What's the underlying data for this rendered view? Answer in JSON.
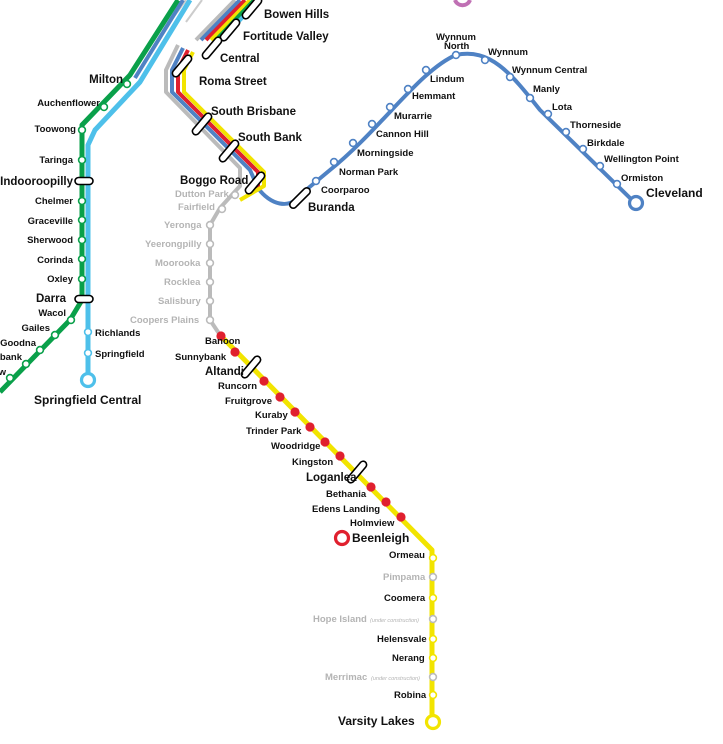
{
  "colors": {
    "yellow": "#f2e400",
    "red": "#e0202e",
    "blue": "#4f82c4",
    "green": "#0aa04a",
    "cyan": "#4ec0ea",
    "grey": "#bbbbbb",
    "purple": "#c070b4"
  },
  "stations": [
    {
      "id": "bowen-hills",
      "label": "Bowen Hills",
      "kind": "interchange"
    },
    {
      "id": "fortitude-valley",
      "label": "Fortitude Valley",
      "kind": "interchange"
    },
    {
      "id": "central",
      "label": "Central",
      "kind": "interchange"
    },
    {
      "id": "roma-street",
      "label": "Roma Street",
      "kind": "interchange"
    },
    {
      "id": "milton",
      "label": "Milton",
      "kind": "stop"
    },
    {
      "id": "auchenflower",
      "label": "Auchenflower",
      "kind": "stop"
    },
    {
      "id": "toowong",
      "label": "Toowong",
      "kind": "stop"
    },
    {
      "id": "taringa",
      "label": "Taringa",
      "kind": "stop"
    },
    {
      "id": "indooroopilly",
      "label": "Indooroopilly",
      "kind": "interchange"
    },
    {
      "id": "chelmer",
      "label": "Chelmer",
      "kind": "stop"
    },
    {
      "id": "graceville",
      "label": "Graceville",
      "kind": "stop"
    },
    {
      "id": "sherwood",
      "label": "Sherwood",
      "kind": "stop"
    },
    {
      "id": "corinda",
      "label": "Corinda",
      "kind": "stop"
    },
    {
      "id": "oxley",
      "label": "Oxley",
      "kind": "stop"
    },
    {
      "id": "darra",
      "label": "Darra",
      "kind": "interchange"
    },
    {
      "id": "wacol",
      "label": "Wacol",
      "kind": "stop"
    },
    {
      "id": "gailes",
      "label": "Gailes",
      "kind": "stop"
    },
    {
      "id": "goodna",
      "label": "Goodna",
      "kind": "stop"
    },
    {
      "id": "bank",
      "label": "bank",
      "kind": "stop"
    },
    {
      "id": "w",
      "label": "w",
      "kind": "stop"
    },
    {
      "id": "richlands",
      "label": "Richlands",
      "kind": "stop"
    },
    {
      "id": "springfield",
      "label": "Springfield",
      "kind": "stop"
    },
    {
      "id": "springfield-central",
      "label": "Springfield Central",
      "kind": "terminus"
    },
    {
      "id": "south-brisbane",
      "label": "South Brisbane",
      "kind": "interchange"
    },
    {
      "id": "south-bank",
      "label": "South Bank",
      "kind": "interchange"
    },
    {
      "id": "boggo-road",
      "label": "Boggo Road",
      "kind": "interchange"
    },
    {
      "id": "dutton-park",
      "label": "Dutton Park",
      "kind": "grey"
    },
    {
      "id": "fairfield",
      "label": "Fairfield",
      "kind": "grey"
    },
    {
      "id": "yeronga",
      "label": "Yeronga",
      "kind": "grey"
    },
    {
      "id": "yeerongpilly",
      "label": "Yeerongpilly",
      "kind": "grey"
    },
    {
      "id": "moorooka",
      "label": "Moorooka",
      "kind": "grey"
    },
    {
      "id": "rocklea",
      "label": "Rocklea",
      "kind": "grey"
    },
    {
      "id": "salisbury",
      "label": "Salisbury",
      "kind": "grey"
    },
    {
      "id": "coopers-plains",
      "label": "Coopers Plains",
      "kind": "grey"
    },
    {
      "id": "banoon",
      "label": "Banoon",
      "kind": "red-stop"
    },
    {
      "id": "sunnybank",
      "label": "Sunnybank",
      "kind": "red-stop"
    },
    {
      "id": "altandi",
      "label": "Altandi",
      "kind": "interchange"
    },
    {
      "id": "runcorn",
      "label": "Runcorn",
      "kind": "red-stop"
    },
    {
      "id": "fruitgrove",
      "label": "Fruitgrove",
      "kind": "red-stop"
    },
    {
      "id": "kuraby",
      "label": "Kuraby",
      "kind": "red-stop"
    },
    {
      "id": "trinder-park",
      "label": "Trinder Park",
      "kind": "red-stop"
    },
    {
      "id": "woodridge",
      "label": "Woodridge",
      "kind": "red-stop"
    },
    {
      "id": "kingston",
      "label": "Kingston",
      "kind": "red-stop"
    },
    {
      "id": "loganlea",
      "label": "Loganlea",
      "kind": "interchange"
    },
    {
      "id": "bethania",
      "label": "Bethania",
      "kind": "red-stop"
    },
    {
      "id": "edens-landing",
      "label": "Edens Landing",
      "kind": "red-stop"
    },
    {
      "id": "holmview",
      "label": "Holmview",
      "kind": "red-stop"
    },
    {
      "id": "beenleigh",
      "label": "Beenleigh",
      "kind": "terminus"
    },
    {
      "id": "ormeau",
      "label": "Ormeau",
      "kind": "stop"
    },
    {
      "id": "pimpama",
      "label": "Pimpama",
      "kind": "grey"
    },
    {
      "id": "coomera",
      "label": "Coomera",
      "kind": "stop"
    },
    {
      "id": "hope-island",
      "label": "Hope Island",
      "kind": "grey",
      "note": "(under construction)"
    },
    {
      "id": "helensvale",
      "label": "Helensvale",
      "kind": "stop"
    },
    {
      "id": "nerang",
      "label": "Nerang",
      "kind": "stop"
    },
    {
      "id": "merrimac",
      "label": "Merrimac",
      "kind": "grey",
      "note": "(under construction)"
    },
    {
      "id": "robina",
      "label": "Robina",
      "kind": "stop"
    },
    {
      "id": "varsity-lakes",
      "label": "Varsity Lakes",
      "kind": "terminus"
    },
    {
      "id": "buranda",
      "label": "Buranda",
      "kind": "interchange"
    },
    {
      "id": "coorparoo",
      "label": "Coorparoo",
      "kind": "stop"
    },
    {
      "id": "norman-park",
      "label": "Norman Park",
      "kind": "stop"
    },
    {
      "id": "morningside",
      "label": "Morningside",
      "kind": "stop"
    },
    {
      "id": "cannon-hill",
      "label": "Cannon Hill",
      "kind": "stop"
    },
    {
      "id": "murarrie",
      "label": "Murarrie",
      "kind": "stop"
    },
    {
      "id": "hemmant",
      "label": "Hemmant",
      "kind": "stop"
    },
    {
      "id": "lindum",
      "label": "Lindum",
      "kind": "stop"
    },
    {
      "id": "wynnum-north",
      "label": "Wynnum North",
      "kind": "stop"
    },
    {
      "id": "wynnum",
      "label": "Wynnum",
      "kind": "stop"
    },
    {
      "id": "wynnum-central",
      "label": "Wynnum Central",
      "kind": "stop"
    },
    {
      "id": "manly",
      "label": "Manly",
      "kind": "stop"
    },
    {
      "id": "lota",
      "label": "Lota",
      "kind": "stop"
    },
    {
      "id": "thorneside",
      "label": "Thorneside",
      "kind": "stop"
    },
    {
      "id": "birkdale",
      "label": "Birkdale",
      "kind": "stop"
    },
    {
      "id": "wellington-point",
      "label": "Wellington Point",
      "kind": "stop"
    },
    {
      "id": "ormiston",
      "label": "Ormiston",
      "kind": "stop"
    },
    {
      "id": "cleveland",
      "label": "Cleveland",
      "kind": "terminus"
    }
  ]
}
